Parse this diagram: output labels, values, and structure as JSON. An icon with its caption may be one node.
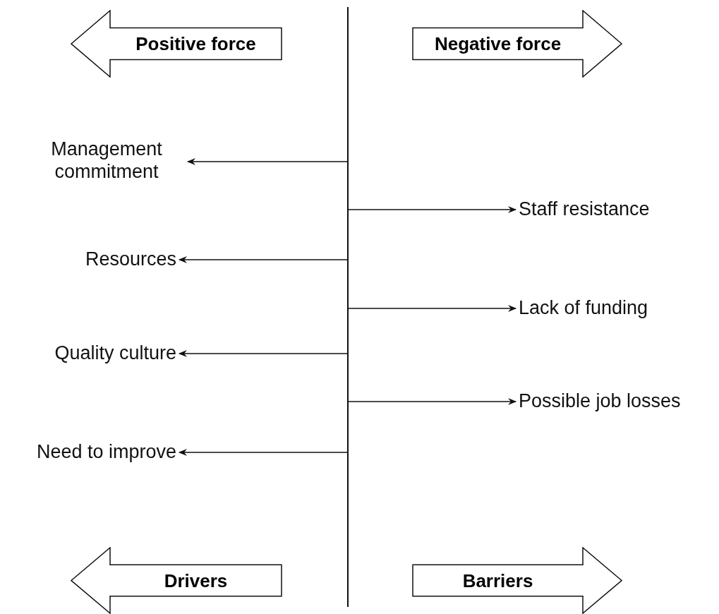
{
  "diagram": {
    "nodes": [
      {
        "text": [
          "Positive force"
        ]
      },
      {
        "text": [
          "Negative force"
        ]
      },
      {
        "text": [],
        "shape": "bar"
      },
      {
        "text": [
          "Management commitment"
        ]
      },
      {
        "text": [
          "Staff resistance"
        ]
      },
      {
        "text": [
          "Resources"
        ]
      },
      {
        "text": [
          "Lack of funding"
        ]
      },
      {
        "text": [
          "Quality culture"
        ]
      },
      {
        "text": [
          "Possible job losses"
        ]
      },
      {
        "text": [
          "Need to improve"
        ]
      },
      {
        "text": [
          "Drivers"
        ]
      },
      {
        "text": [
          "Barriers"
        ]
      }
    ],
    "edges": [
      {
        "from": 2,
        "to": 3,
        "arrow": "to"
      },
      {
        "from": 2,
        "to": 4,
        "arrow": "to"
      },
      {
        "from": 2,
        "to": 5,
        "arrow": "to"
      },
      {
        "from": 2,
        "to": 6,
        "arrow": "to"
      },
      {
        "from": 2,
        "to": 7,
        "arrow": "to"
      },
      {
        "from": 2,
        "to": 8,
        "arrow": "to"
      },
      {
        "from": 2,
        "to": 9,
        "arrow": "to"
      }
    ]
  }
}
